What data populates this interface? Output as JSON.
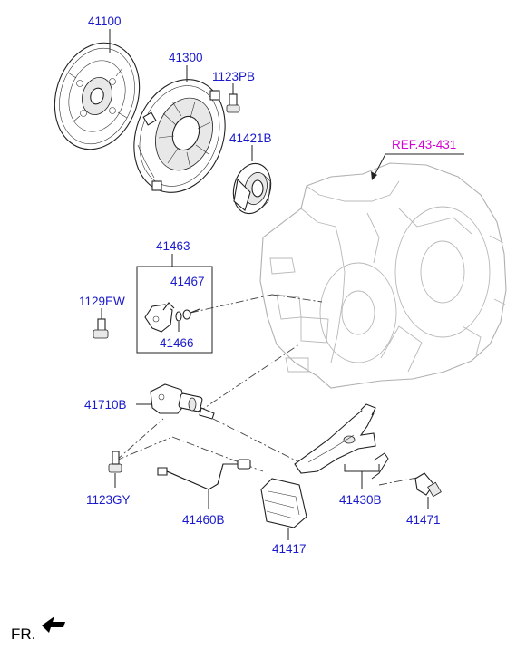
{
  "diagram": {
    "labels": {
      "p41100": "41100",
      "p41300": "41300",
      "p1123PB": "1123PB",
      "p41421B": "41421B",
      "ref": "REF.43-431",
      "p41463": "41463",
      "p41467": "41467",
      "p1129EW": "1129EW",
      "p41466": "41466",
      "p41710B": "41710B",
      "p1123GY": "1123GY",
      "p41460B": "41460B",
      "p41417": "41417",
      "p41430B": "41430B",
      "p41471": "41471",
      "fr": "FR."
    },
    "colors": {
      "label": "#1a1acc",
      "reference": "#d400d4",
      "line": "#222222",
      "transmission": "#b0b0b0"
    }
  }
}
